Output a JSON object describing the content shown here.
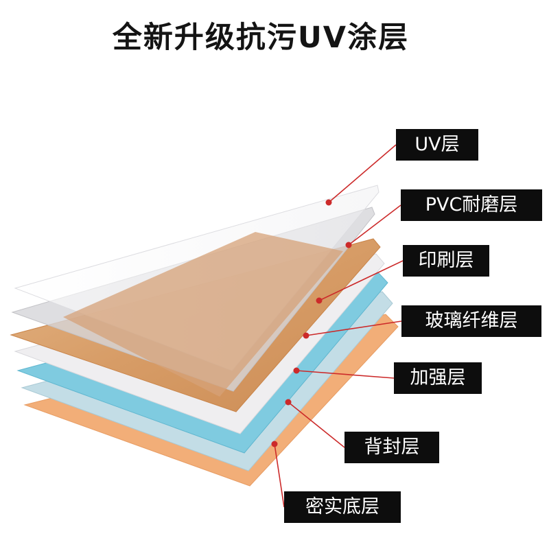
{
  "title": "全新升级抗污UV涂层",
  "layers": [
    {
      "id": "uv",
      "label": "UV层",
      "color": "#eaeaec"
    },
    {
      "id": "pvc",
      "label": "PVC耐磨层",
      "color": "#d6d6d9"
    },
    {
      "id": "print",
      "label": "印刷层",
      "color": "#dca06a"
    },
    {
      "id": "glass-fiber",
      "label": "玻璃纤维层",
      "color": "#efeef0"
    },
    {
      "id": "reinforce",
      "label": "加强层",
      "color": "#7fcbe0"
    },
    {
      "id": "back-seal",
      "label": "背封层",
      "color": "#c3dde6"
    },
    {
      "id": "dense-base",
      "label": "密实底层",
      "color": "#f2ae78"
    }
  ],
  "colors": {
    "label_bg": "#0d0d0d",
    "label_text": "#ffffff",
    "leader": "#cc2a2a"
  }
}
